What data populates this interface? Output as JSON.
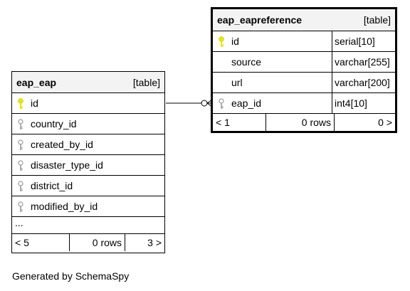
{
  "tables": {
    "eap_eap": {
      "name": "eap_eap",
      "type_label": "[table]",
      "columns": [
        {
          "name": "id",
          "key": "primary"
        },
        {
          "name": "country_id",
          "key": "foreign"
        },
        {
          "name": "created_by_id",
          "key": "foreign"
        },
        {
          "name": "disaster_type_id",
          "key": "foreign"
        },
        {
          "name": "district_id",
          "key": "foreign"
        },
        {
          "name": "modified_by_id",
          "key": "foreign"
        }
      ],
      "more": "...",
      "footer": {
        "parents": "< 5",
        "rows": "0 rows",
        "children": "3 >"
      }
    },
    "eap_eapreference": {
      "name": "eap_eapreference",
      "type_label": "[table]",
      "columns": [
        {
          "name": "id",
          "type": "serial[10]",
          "key": "primary"
        },
        {
          "name": "source",
          "type": "varchar[255]",
          "key": "none"
        },
        {
          "name": "url",
          "type": "varchar[200]",
          "key": "none"
        },
        {
          "name": "eap_id",
          "type": "int4[10]",
          "key": "foreign"
        }
      ],
      "footer": {
        "parents": "< 1",
        "rows": "0 rows",
        "children": "0 >"
      }
    }
  },
  "colors": {
    "primary_key": "#e6e600",
    "foreign_key": "#9a9a9a",
    "header_bg": "#f3f3f3"
  },
  "generated_by": "Generated by SchemaSpy"
}
